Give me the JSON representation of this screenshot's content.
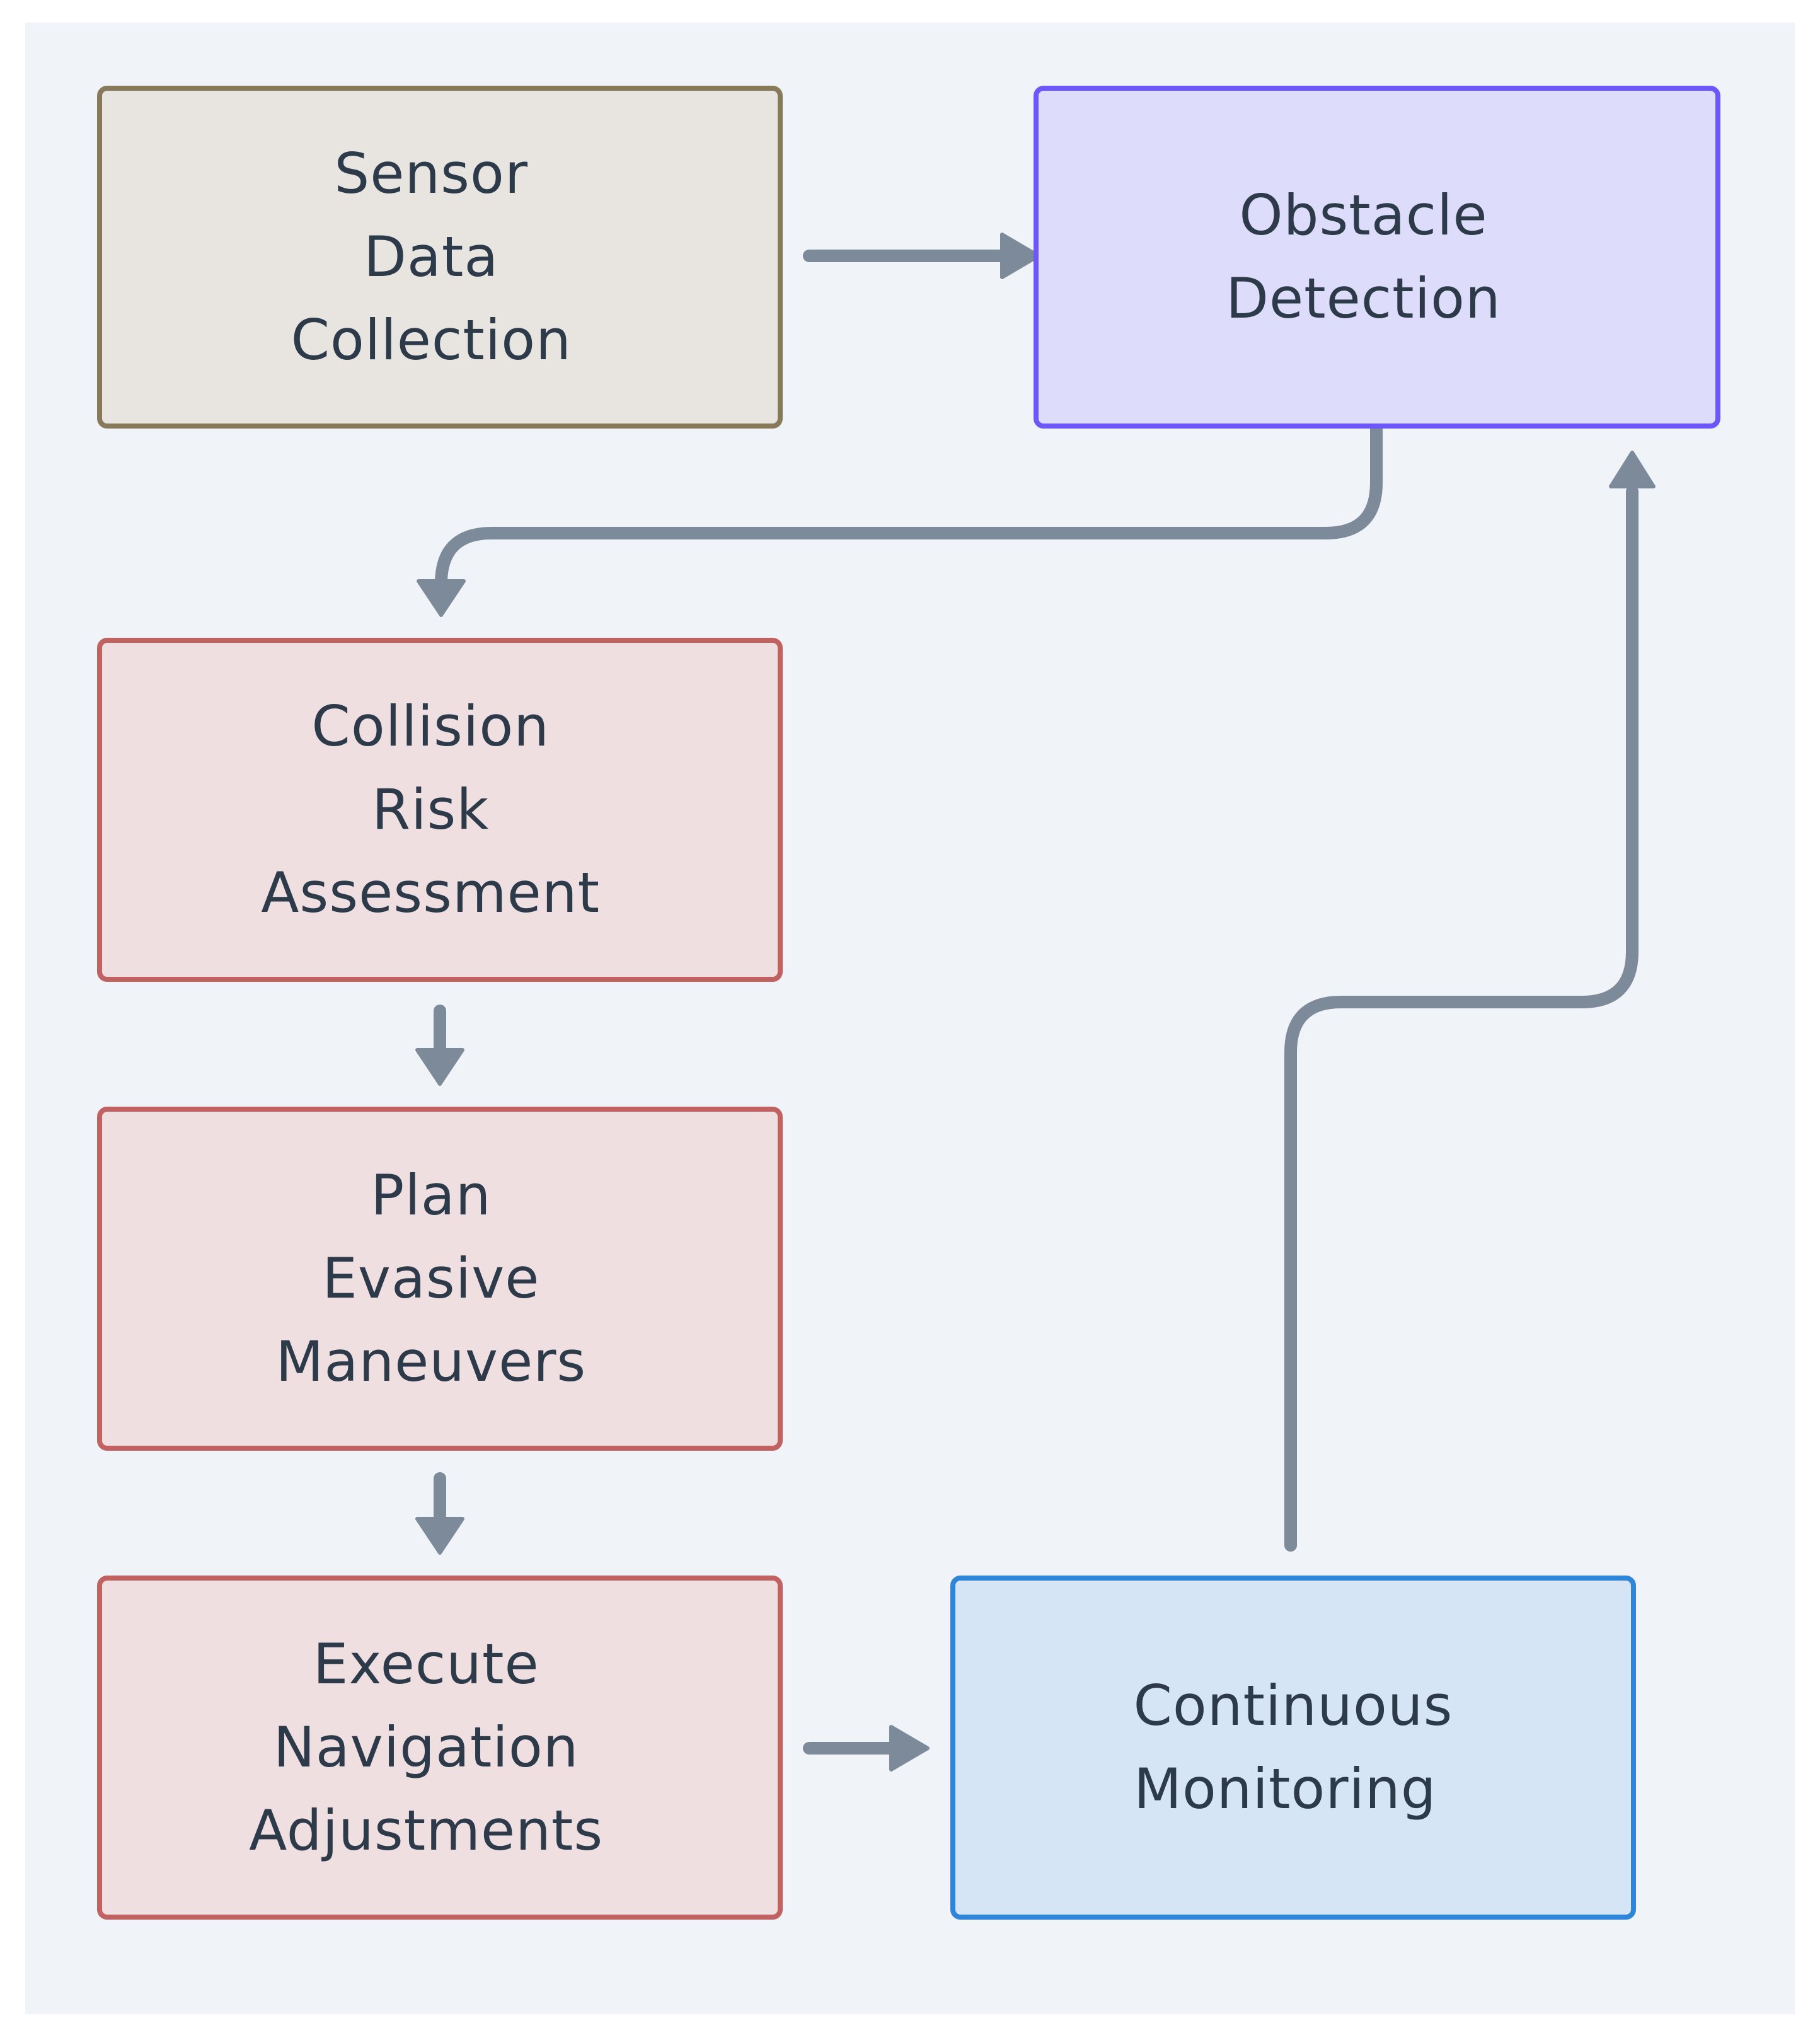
{
  "nodes": {
    "sensor": {
      "line1": "Sensor Data",
      "line2": "Collection"
    },
    "obstacle": {
      "line1": "Obstacle Detection"
    },
    "collision": {
      "line1": "Collision Risk",
      "line2": "Assessment"
    },
    "plan": {
      "line1": "Plan Evasive",
      "line2": "Maneuvers"
    },
    "execute": {
      "line1": "Execute Navigation",
      "line2": "Adjustments"
    },
    "monitor": {
      "line1": "Continuous",
      "line2": "Monitoring"
    }
  },
  "edges": [
    {
      "from": "Sensor Data Collection",
      "to": "Obstacle Detection"
    },
    {
      "from": "Obstacle Detection",
      "to": "Collision Risk Assessment"
    },
    {
      "from": "Collision Risk Assessment",
      "to": "Plan Evasive Maneuvers"
    },
    {
      "from": "Plan Evasive Maneuvers",
      "to": "Execute Navigation Adjustments"
    },
    {
      "from": "Execute Navigation Adjustments",
      "to": "Continuous Monitoring"
    },
    {
      "from": "Continuous Monitoring",
      "to": "Obstacle Detection"
    }
  ],
  "colors": {
    "edge": "#7d8a99",
    "sensor_fill": "#e8e4df",
    "sensor_border": "#877a5a",
    "obstacle_fill": "#dedcfb",
    "obstacle_border": "#6e57f7",
    "risk_fill": "#f0dfe1",
    "risk_border": "#c06262",
    "monitor_fill": "#d6e5f5",
    "monitor_border": "#2f86d8",
    "background": "#f0f4f8"
  }
}
